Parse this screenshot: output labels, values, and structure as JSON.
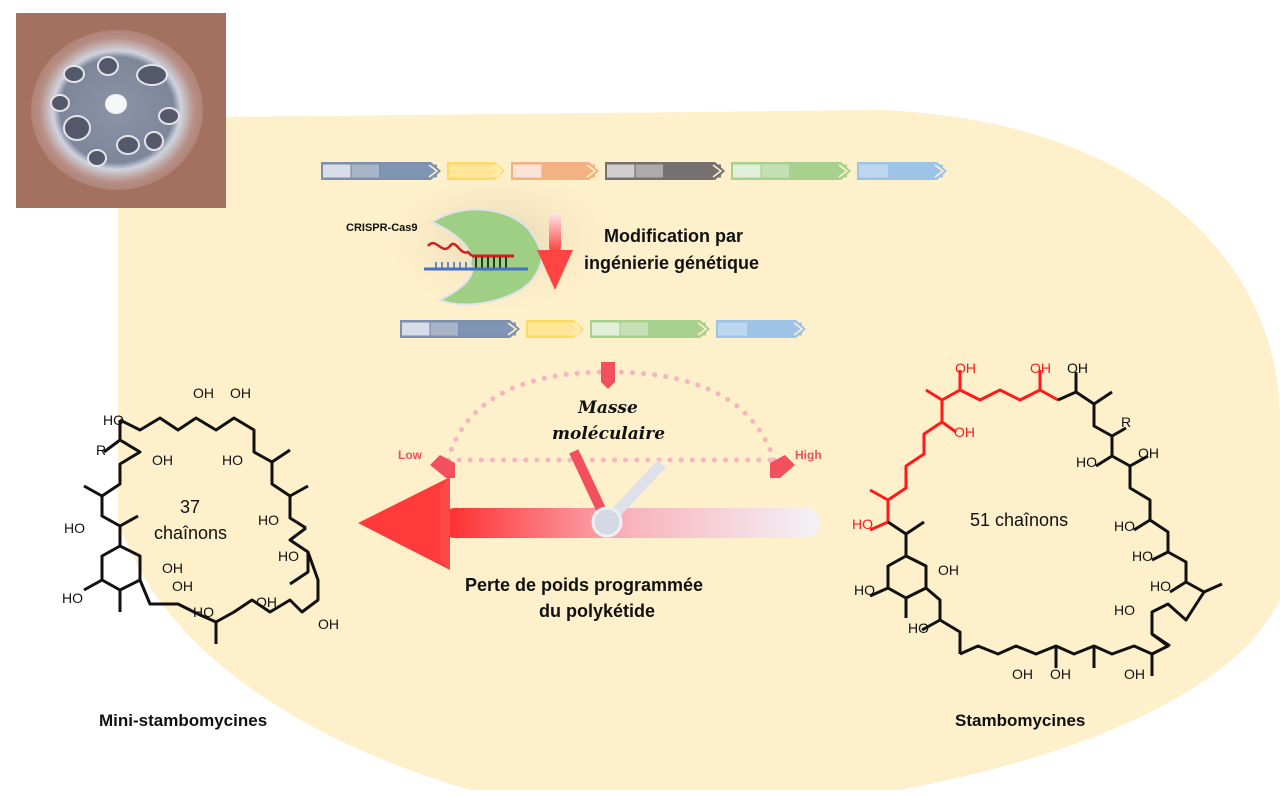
{
  "colors": {
    "background": "#ffffff",
    "blob": "#fff0cc",
    "accent_red": "#f2505f",
    "arrow_red": "#ff3b3b",
    "dot_pink": "#f7b5c0",
    "cas9_green": "#9ecf84",
    "rna_red": "#cc1f1f",
    "dna_blue": "#4472c4",
    "highlight_red": "#ff1a1a",
    "bond_black": "#111111"
  },
  "photo": {
    "icon": "bacterial-colony-micrograph"
  },
  "gene_cluster_original": {
    "genes": [
      {
        "name": "gene-blue-gray",
        "segments": [
          "#d8dde8",
          "#a9b4c8",
          "#8094b3"
        ],
        "border": "#7c8fad"
      },
      {
        "name": "gene-yellow",
        "segments": [
          "#ffe699"
        ],
        "border": "#ffd966"
      },
      {
        "name": "gene-orange",
        "segments": [
          "#fbe3d6",
          "#f4b183"
        ],
        "border": "#f4b183"
      },
      {
        "name": "gene-dark-gray",
        "segments": [
          "#d0cece",
          "#aeaaaa",
          "#767171"
        ],
        "border": "#767171"
      },
      {
        "name": "gene-green",
        "segments": [
          "#e2efda",
          "#c5e0b4",
          "#a9d18e"
        ],
        "border": "#a9d18e"
      },
      {
        "name": "gene-light-blue",
        "segments": [
          "#bdd7ee",
          "#9dc3e6"
        ],
        "border": "#9dc3e6"
      }
    ]
  },
  "gene_cluster_modified": {
    "genes": [
      {
        "name": "gene-blue-gray",
        "segments": [
          "#d8dde8",
          "#a9b4c8",
          "#8094b3"
        ],
        "border": "#7c8fad"
      },
      {
        "name": "gene-yellow",
        "segments": [
          "#ffe699"
        ],
        "border": "#ffd966"
      },
      {
        "name": "gene-green",
        "segments": [
          "#e2efda",
          "#c5e0b4",
          "#a9d18e"
        ],
        "border": "#a9d18e"
      },
      {
        "name": "gene-light-blue",
        "segments": [
          "#bdd7ee",
          "#9dc3e6"
        ],
        "border": "#9dc3e6"
      }
    ]
  },
  "crispr": {
    "label": "CRISPR-Cas9"
  },
  "modification": {
    "line1": "Modification par",
    "line2": "ingénierie génétique"
  },
  "gauge": {
    "title_line1": "Masse",
    "title_line2": "moléculaire",
    "low_label": "Low",
    "high_label": "High",
    "current_needle_fraction": 0.36,
    "previous_needle_fraction": 0.74
  },
  "weight_loss": {
    "line1": "Perte de poids programmée",
    "line2": "du polykétide"
  },
  "mini": {
    "name": "Mini-stambomycines",
    "ring_size_line1": "37",
    "ring_size_line2": "chaînons",
    "labels": [
      "OH",
      "OH",
      "HO",
      "R",
      "OH",
      "HO",
      "HO",
      "HO",
      "OH",
      "OH",
      "HO",
      "HO",
      "HO",
      "OH",
      "OH"
    ]
  },
  "full": {
    "name": "Stambomycines",
    "ring_size": "51 chaînons",
    "red_labels": [
      "OH",
      "OH",
      "OH",
      "HO"
    ],
    "labels": [
      "OH",
      "R",
      "HO",
      "OH",
      "HO",
      "HO",
      "HO",
      "HO",
      "OH",
      "HO",
      "HO",
      "OH",
      "OH",
      "OH"
    ]
  }
}
